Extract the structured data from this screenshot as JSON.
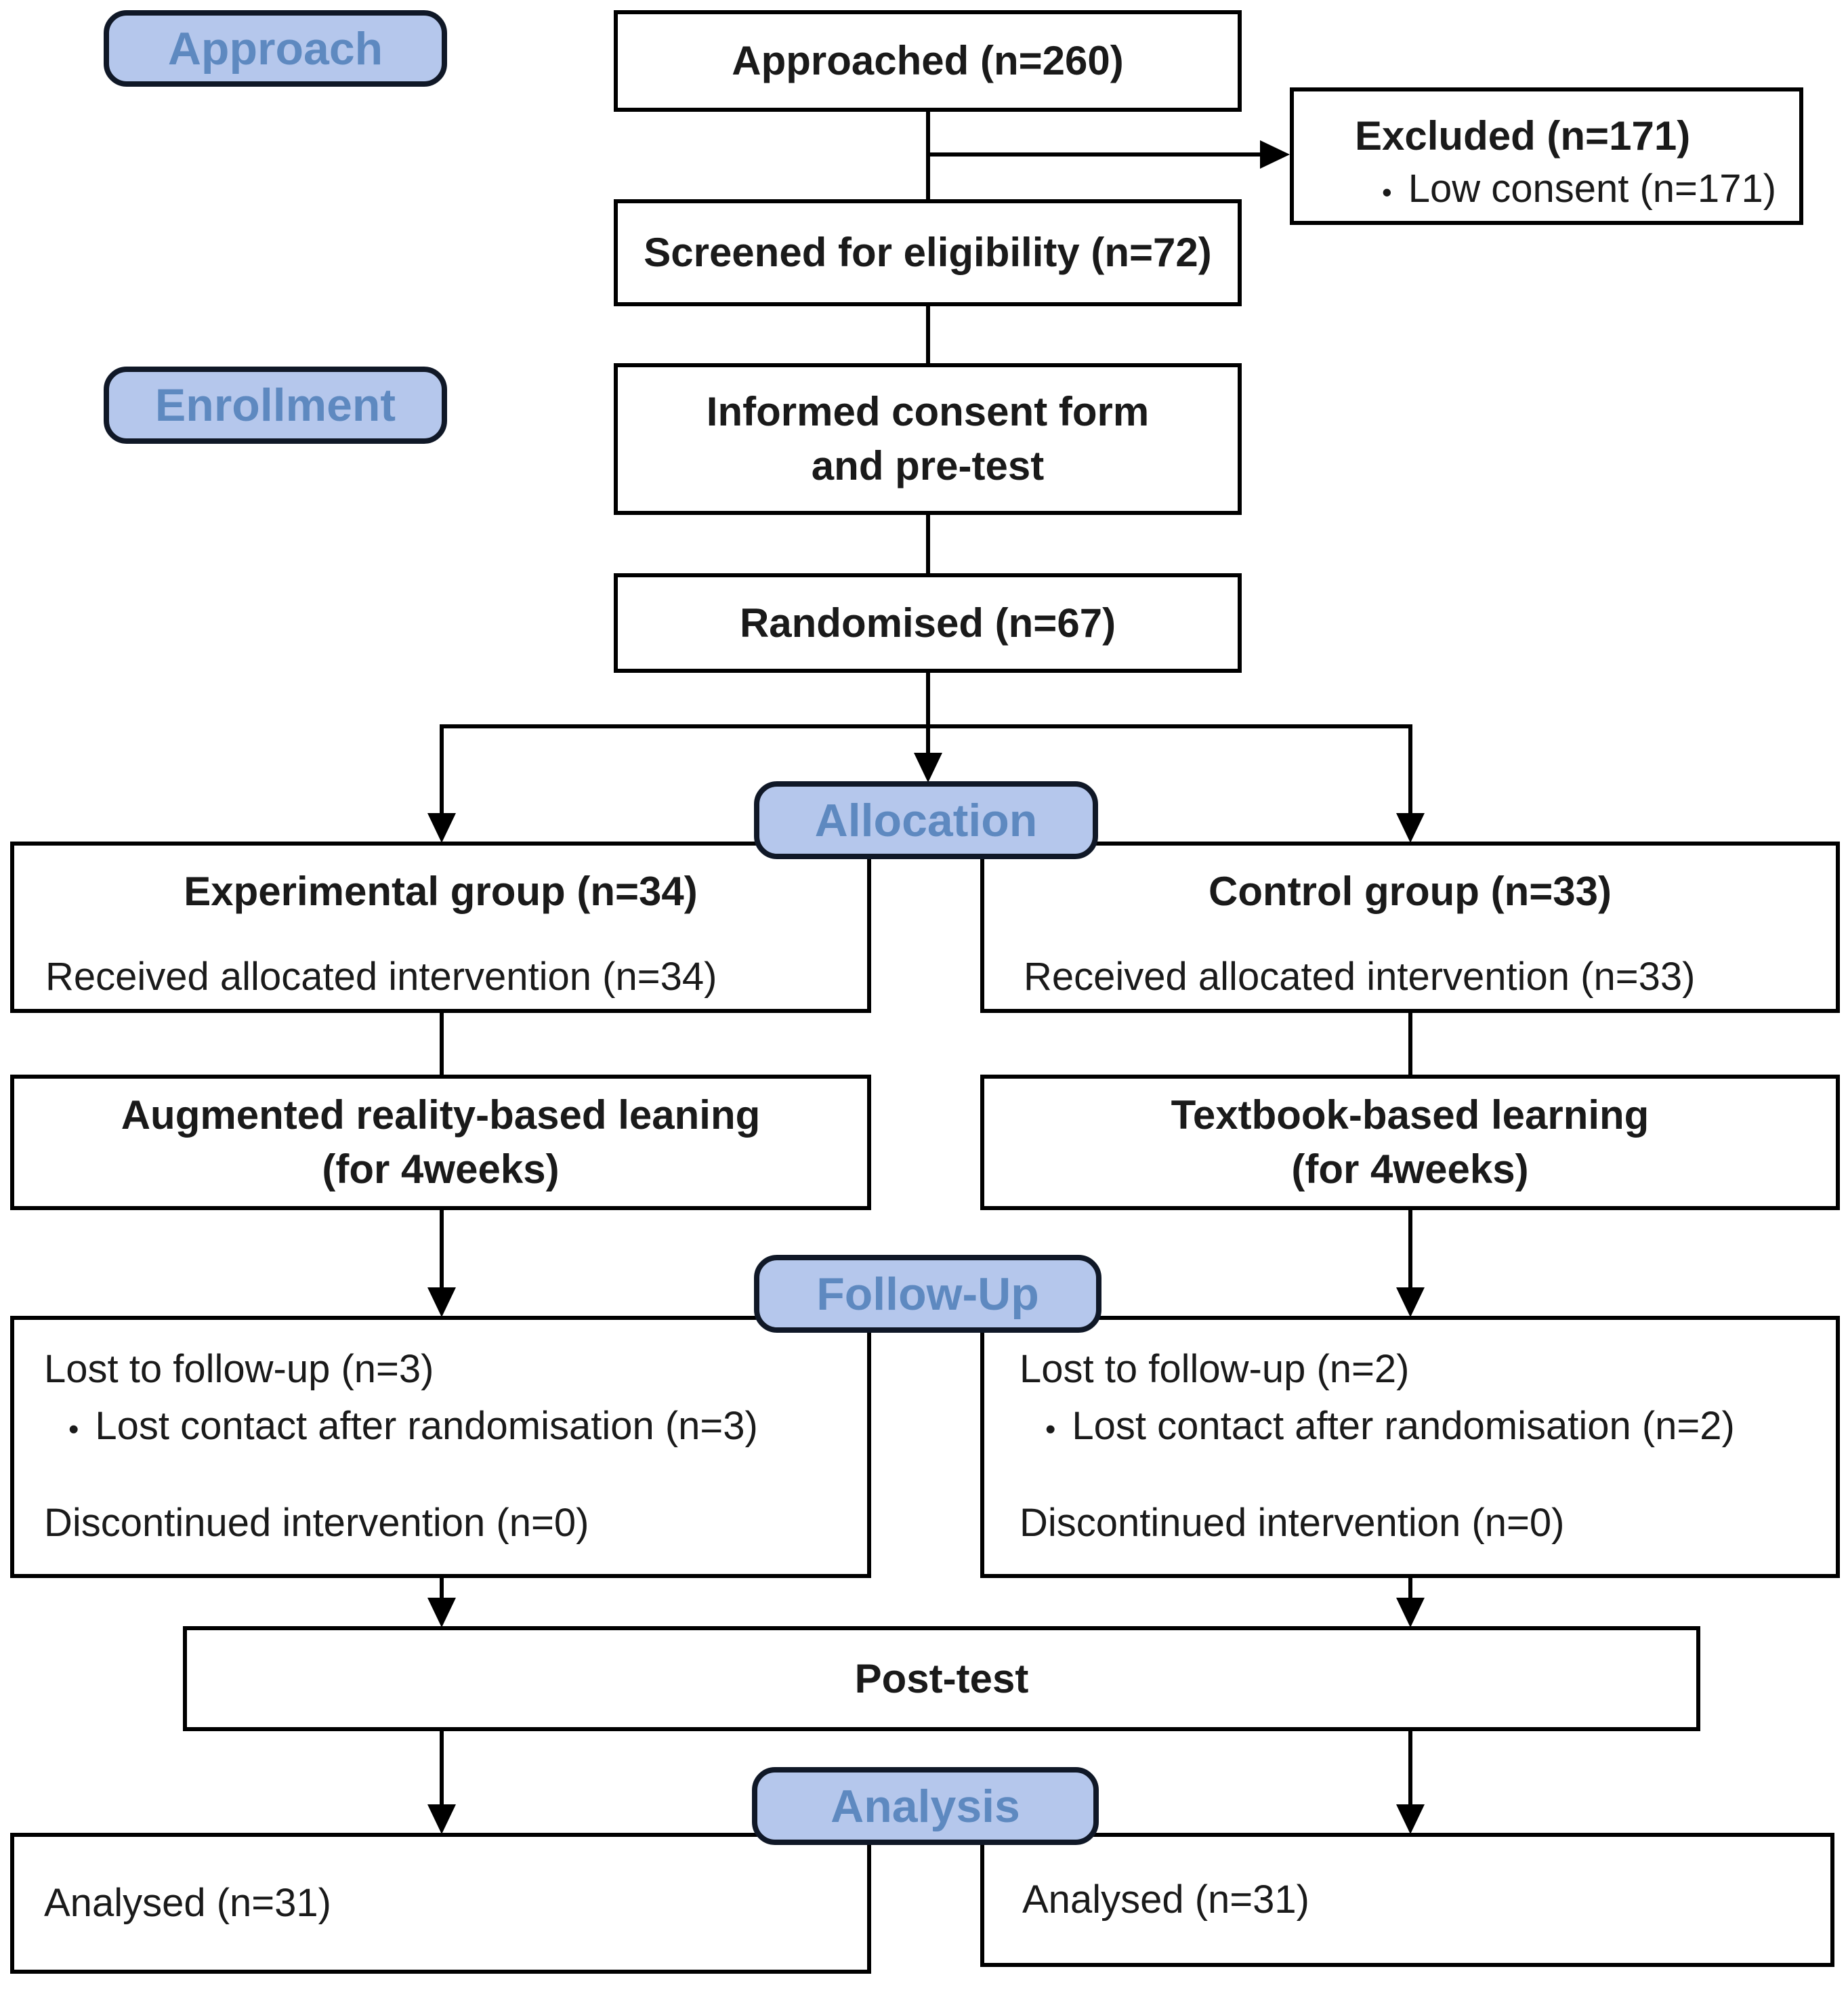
{
  "bullet_char": "•",
  "colors": {
    "background": "#ffffff",
    "box_fill": "#ffffff",
    "box_border": "#000000",
    "connector": "#000000",
    "text": "#1a1a1a",
    "label_fill": "#b5c7ec",
    "label_border": "#101827",
    "label_text": "#5e89c0"
  },
  "stage_labels": {
    "approach": "Approach",
    "enrollment": "Enrollment",
    "allocation": "Allocation",
    "followup": "Follow-Up",
    "analysis": "Analysis"
  },
  "boxes": {
    "approached": {
      "title": "Approached (n=260)"
    },
    "excluded": {
      "title": "Excluded (n=171)",
      "bullet": "Low consent (n=171)"
    },
    "screened": {
      "title": "Screened for eligibility (n=72)"
    },
    "informed": {
      "line1": "Informed consent form",
      "line2": "and pre-test"
    },
    "randomised": {
      "title": "Randomised (n=67)"
    },
    "experimental": {
      "title": "Experimental group (n=34)",
      "body": "Received allocated intervention (n=34)"
    },
    "control": {
      "title": "Control group (n=33)",
      "body": "Received allocated intervention (n=33)"
    },
    "ar_learning": {
      "line1": "Augmented reality-based leaning",
      "line2": "(for 4weeks)"
    },
    "textbook_learning": {
      "line1": "Textbook-based learning",
      "line2": "(for 4weeks)"
    },
    "followup_left": {
      "line1": "Lost to follow-up (n=3)",
      "bullet": "Lost contact after randomisation (n=3)",
      "line3": "Discontinued intervention (n=0)"
    },
    "followup_right": {
      "line1": "Lost to follow-up (n=2)",
      "bullet": "Lost contact after randomisation (n=2)",
      "line3": "Discontinued intervention (n=0)"
    },
    "posttest": {
      "title": "Post-test"
    },
    "analysed_left": {
      "title": "Analysed (n=31)"
    },
    "analysed_right": {
      "title": "Analysed (n=31)"
    }
  }
}
